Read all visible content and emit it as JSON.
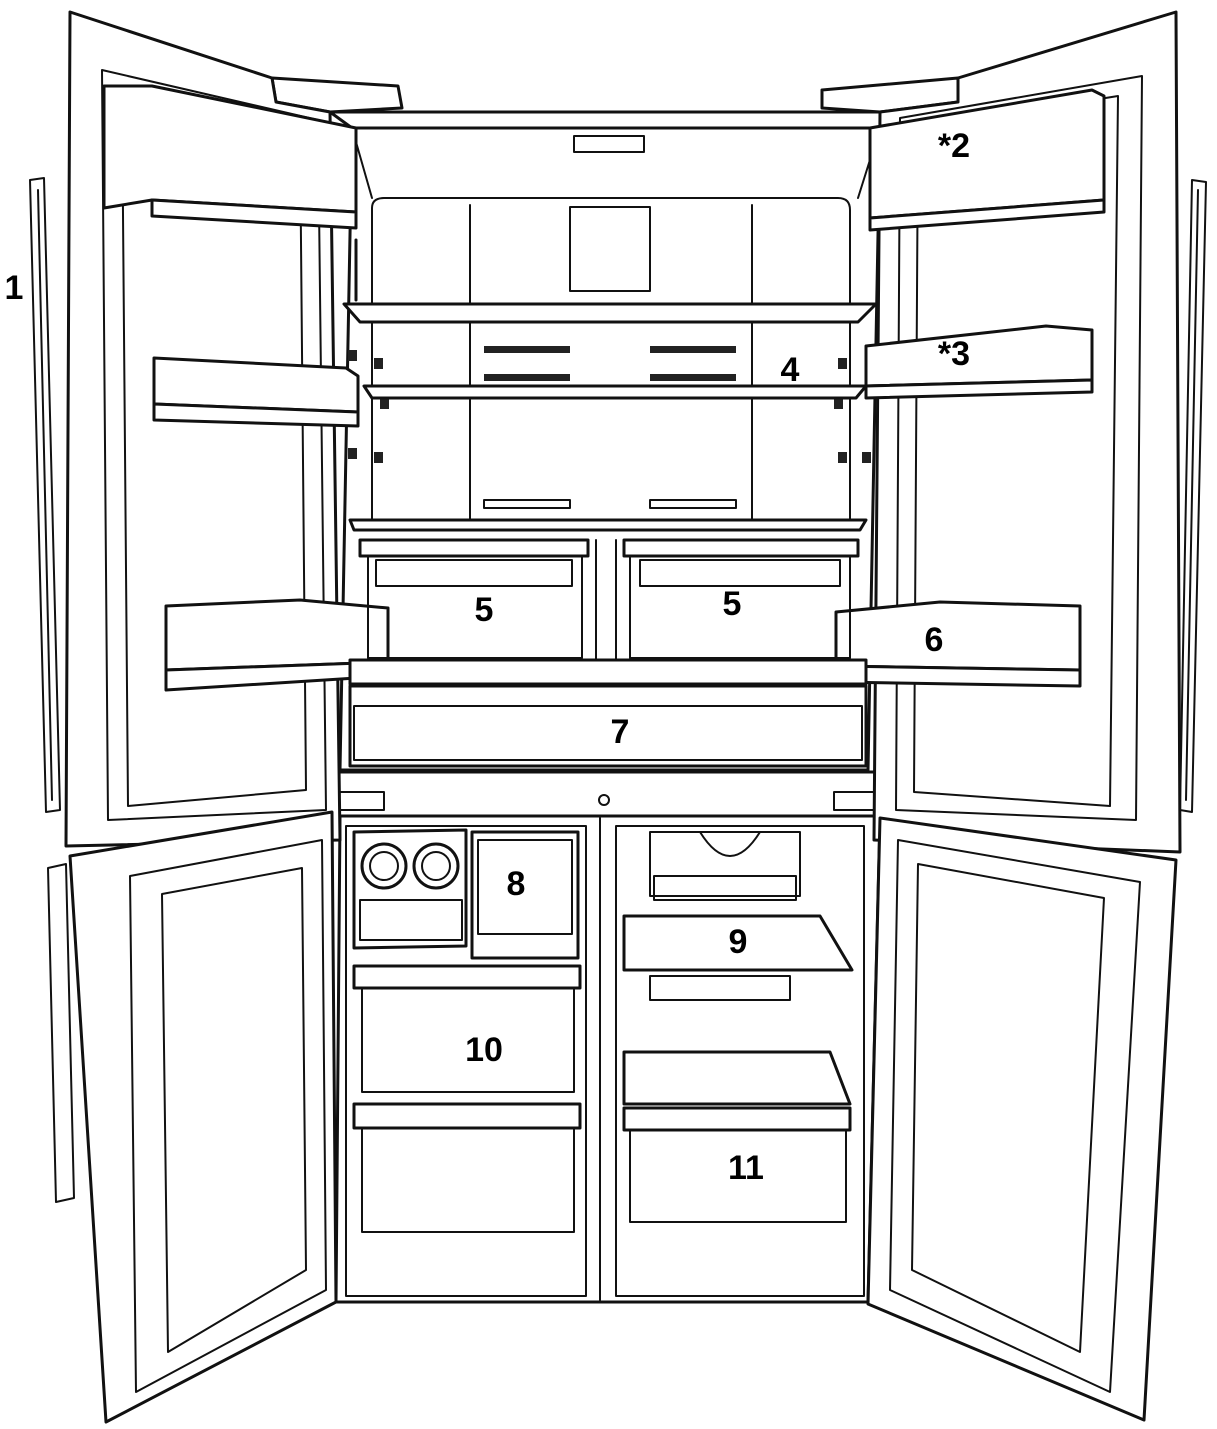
{
  "callouts": [
    {
      "id": "1",
      "label": "1"
    },
    {
      "id": "2",
      "label": "*2"
    },
    {
      "id": "3",
      "label": "*3"
    },
    {
      "id": "4",
      "label": "4"
    },
    {
      "id": "5a",
      "label": "5"
    },
    {
      "id": "5b",
      "label": "5"
    },
    {
      "id": "6",
      "label": "6"
    },
    {
      "id": "7",
      "label": "7"
    },
    {
      "id": "8",
      "label": "8"
    },
    {
      "id": "9",
      "label": "9"
    },
    {
      "id": "10",
      "label": "10"
    },
    {
      "id": "11",
      "label": "11"
    }
  ],
  "colors": {
    "line": "#111111",
    "background": "#ffffff"
  }
}
